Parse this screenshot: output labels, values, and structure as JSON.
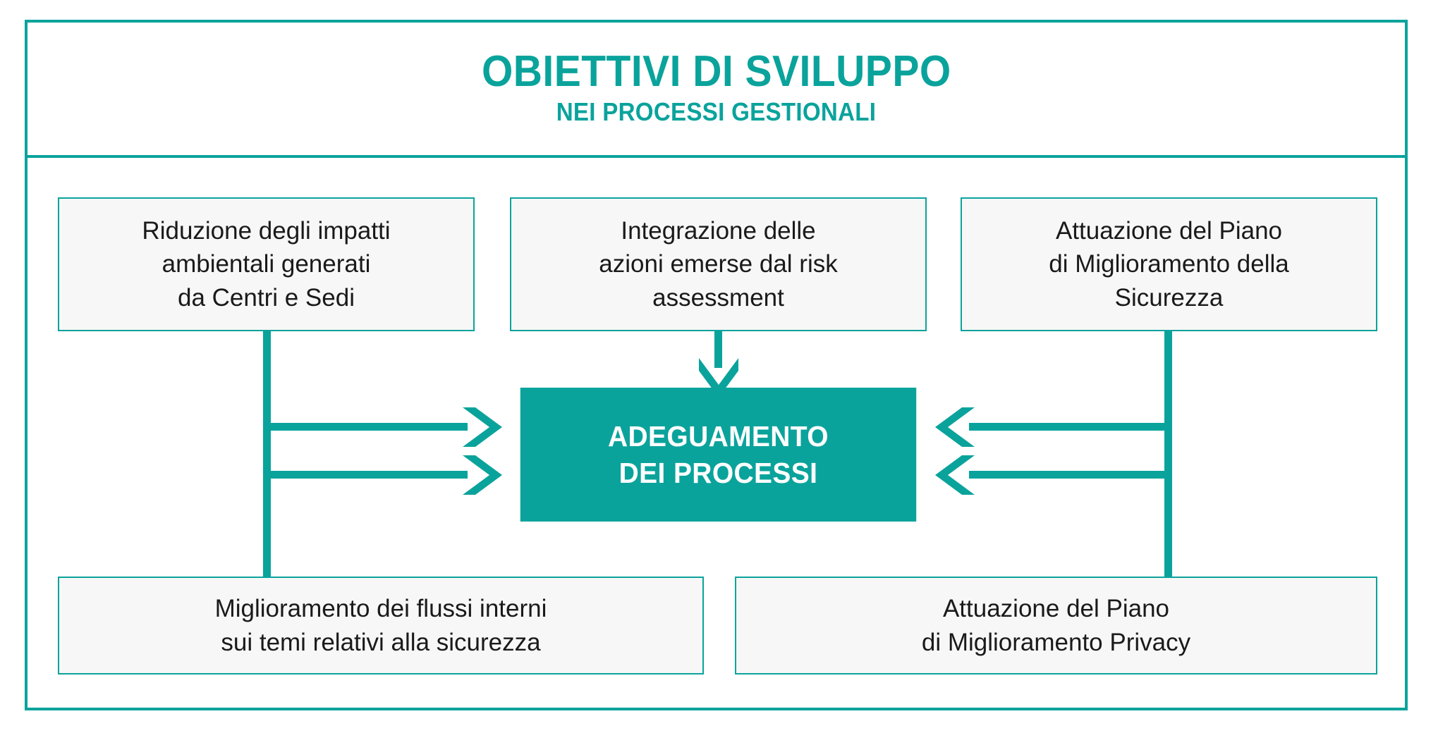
{
  "header": {
    "title": "OBIETTIVI DI SVILUPPO",
    "subtitle": "NEI PROCESSI GESTIONALI"
  },
  "colors": {
    "accent_teal": "#0AA39C",
    "box_fill": "#F7F7F7",
    "box_border": "#0AA39C",
    "text_dark": "#1A1A1A",
    "center_text": "#FFFFFF",
    "page_background": "#FFFFFF"
  },
  "center_node": {
    "label": "ADEGUAMENTO\nDEI PROCESSI"
  },
  "top_nodes": [
    {
      "label": "Riduzione degli impatti\nambientali generati\nda Centri e Sedi"
    },
    {
      "label": "Integrazione delle\nazioni emerse dal risk\nassessment"
    },
    {
      "label": "Attuazione del Piano\ndi Miglioramento della\nSicurezza"
    }
  ],
  "bottom_nodes": [
    {
      "label": "Miglioramento dei flussi interni\nsui temi relativi alla sicurezza"
    },
    {
      "label": "Attuazione del Piano\ndi Miglioramento Privacy"
    }
  ],
  "connectors": [
    {
      "name": "top-left-to-center",
      "direction": "right"
    },
    {
      "name": "top-center-to-center",
      "direction": "down"
    },
    {
      "name": "top-right-to-center",
      "direction": "left"
    },
    {
      "name": "bottom-left-to-center",
      "direction": "right"
    },
    {
      "name": "bottom-right-to-center",
      "direction": "left"
    }
  ]
}
